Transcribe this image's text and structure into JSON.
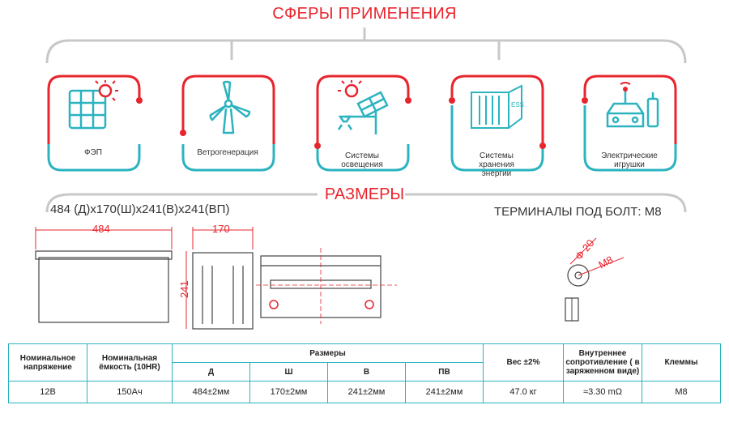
{
  "applications": {
    "title": "СФЕРЫ ПРИМЕНЕНИЯ",
    "items": [
      {
        "label": "ФЭП",
        "icon": "solar-panel-icon"
      },
      {
        "label": "Ветрогенерация",
        "icon": "wind-turbine-icon"
      },
      {
        "label": "Системы освещения",
        "icon": "solar-street-light-icon"
      },
      {
        "label": "Системы хранения энергии",
        "icon": "ess-container-icon",
        "icon_text": "ESS"
      },
      {
        "label": "Электрические игрушки",
        "icon": "electric-car-toy-icon"
      }
    ]
  },
  "dimensions": {
    "title": "РАЗМЕРЫ",
    "summary": "484 (Д)x170(Ш)x241(В)x241(ВП)",
    "terminals": "ТЕРМИНАЛЫ ПОД БОЛТ: M8",
    "drawing": {
      "length": "484",
      "width": "170",
      "height": "241",
      "terminal_diameter": "Φ 20",
      "terminal_bolt": "M8"
    }
  },
  "table": {
    "headers": {
      "voltage": "Номинальное напряжение",
      "capacity": "Номинальная ёмкость (10HR)",
      "sizes": "Размеры",
      "d": "Д",
      "w": "Ш",
      "h": "В",
      "th": "ПВ",
      "weight": "Вес ±2%",
      "resistance": "Внутреннее сопротивление ( в заряженном виде)",
      "terminals": "Клеммы"
    },
    "row": {
      "voltage": "12В",
      "capacity": "150Ач",
      "d": "484±2мм",
      "w": "170±2мм",
      "h": "241±2мм",
      "th": "241±2мм",
      "weight": "47.0 кг",
      "resistance": "≈3.30 mΩ",
      "terminals": "M8"
    }
  },
  "colors": {
    "red": "#e8242d",
    "teal": "#2bb3c0",
    "grey": "#bdbdbd"
  }
}
